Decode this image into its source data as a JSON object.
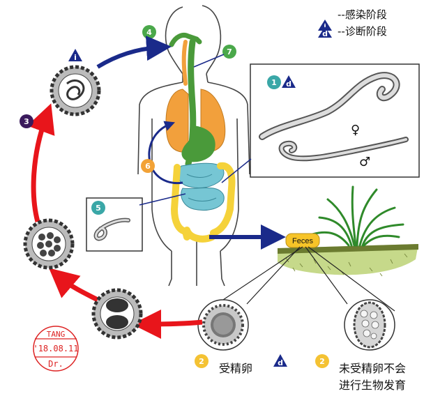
{
  "legend": {
    "infective_marker": "i",
    "infective_label": "--感染阶段",
    "diagnostic_marker": "d",
    "diagnostic_label": "--诊断阶段"
  },
  "steps": {
    "s1": "1",
    "s2a": "2",
    "s2b": "2",
    "s3": "3",
    "s4": "4",
    "s5": "5",
    "s6": "6",
    "s7": "7"
  },
  "markers": {
    "i": "i",
    "d": "d"
  },
  "labels": {
    "feces": "Feces",
    "female_symbol": "♀",
    "male_symbol": "♂",
    "fertilized_egg": "受精卵",
    "unfertilized_line1": "未受精卵不会",
    "unfertilized_line2": "进行生物发育"
  },
  "stamp": {
    "line1": "TANG",
    "line2": "'18.08.11",
    "line3": "Dr."
  },
  "colors": {
    "step_dark": "#3a1a5c",
    "step_green": "#4aa84a",
    "step_teal": "#3aa7a7",
    "step_orange": "#f2a236",
    "step_yellow": "#f4c233",
    "navy": "#1a2a8a",
    "red_arrow": "#e8151b",
    "lung": "#f2a03c",
    "gut_green": "#4a9a3a",
    "intestine": "#76c6d4",
    "colon": "#f5d23a"
  }
}
